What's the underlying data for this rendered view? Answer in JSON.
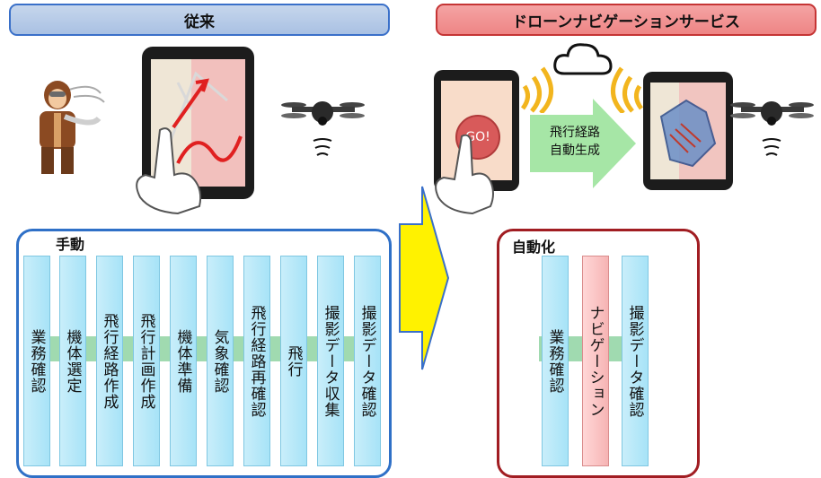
{
  "headers": {
    "conventional": "従来",
    "service": "ドローンナビゲーションサービス"
  },
  "go_button": "GO!",
  "route_arrow": {
    "line1": "飛行経路",
    "line2": "自動生成"
  },
  "manual": {
    "label": "手動",
    "steps": [
      "業務確認",
      "機体選定",
      "飛行経路作成",
      "飛行計画作成",
      "機体準備",
      "気象確認",
      "飛行経路再確認",
      "飛行",
      "撮影データ収集",
      "撮影データ確認"
    ]
  },
  "auto": {
    "label": "自動化",
    "steps": [
      "業務確認",
      "ナビゲーション",
      "撮影データ確認"
    ]
  },
  "icons": [
    "aviator-icon",
    "tablet-icon",
    "hand-pointer-icon",
    "drone-icon",
    "cloud-icon",
    "wifi-signal-icon",
    "right-arrow-icon"
  ],
  "colors": {
    "conventional": "#3a70c9",
    "service": "#c53535",
    "step": "#a7e3f7",
    "nav_step": "#f6b4b4",
    "arrow": "#fff200"
  }
}
